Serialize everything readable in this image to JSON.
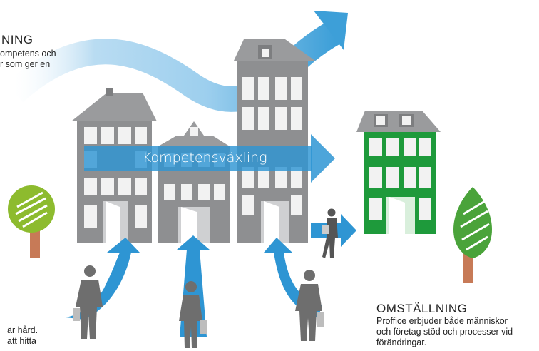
{
  "left_block": {
    "title": "NING",
    "line1": "ompetens och",
    "line2": "r som ger en"
  },
  "band_label": "Kompetensväxling",
  "bottom_left": {
    "line1": "är hård.",
    "line2": "att hitta"
  },
  "right_block": {
    "title": "OMSTÄLLNING",
    "line1": "Proffice erbjuder både människor",
    "line2": "och företag stöd och processer vid",
    "line3": "förändringar."
  },
  "colors": {
    "blue": "#2e95d3",
    "light_blue": "#8fc8ea",
    "building_gray": "#9a9b9d",
    "green_building": "#1e9a3b",
    "tree_lime": "#8dbb2e",
    "tree_green": "#4aa33a",
    "trunk": "#c77a57",
    "person": "#6e6e6e"
  },
  "icons": [
    "tree-icon",
    "building-icon",
    "person-icon",
    "arrow-icon",
    "door-icon"
  ]
}
